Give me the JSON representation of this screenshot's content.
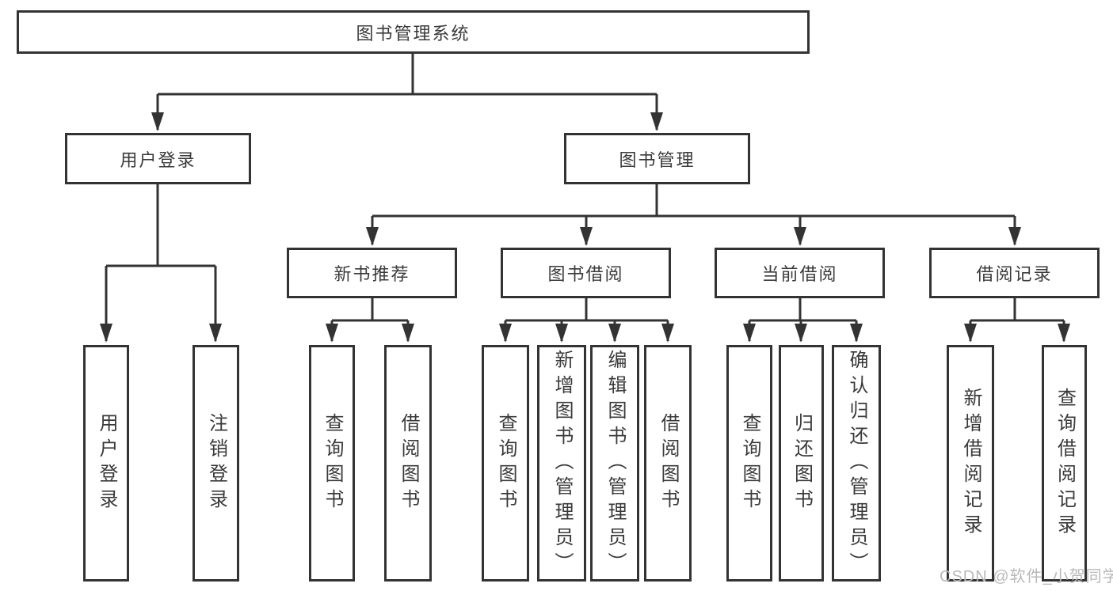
{
  "diagram": {
    "type": "hierarchy-tree",
    "root": {
      "label": "图书管理系统"
    },
    "level2": [
      {
        "label": "用户登录"
      },
      {
        "label": "图书管理"
      }
    ],
    "level3": [
      {
        "label": "新书推荐"
      },
      {
        "label": "图书借阅"
      },
      {
        "label": "当前借阅"
      },
      {
        "label": "借阅记录"
      }
    ],
    "leaves": {
      "user_login": [
        "用户登录",
        "注销登录"
      ],
      "new_book_rec": [
        "查询图书",
        "借阅图书"
      ],
      "book_borrow": [
        "查询图书",
        "新增图书（管理员）",
        "编辑图书（管理员）",
        "借阅图书"
      ],
      "current_borrow": [
        "查询图书",
        "归还图书",
        "确认归还（管理员）"
      ],
      "borrow_records": [
        "新增借阅记录",
        "查询借阅记录"
      ]
    },
    "watermark": "CSDN @软件_小贺同学",
    "colors": {
      "line": "#333333",
      "text": "#3a3a3a",
      "background": "#ffffff",
      "watermark": "#b9b9b9"
    }
  }
}
